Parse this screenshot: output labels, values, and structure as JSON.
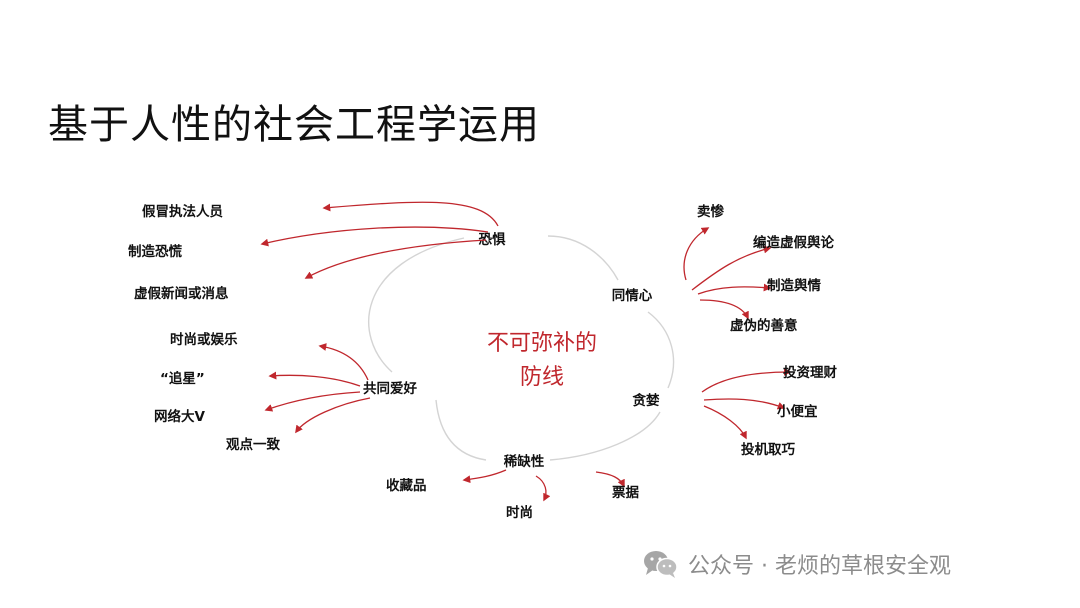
{
  "title": "基于人性的社会工程学运用",
  "center": {
    "line1": "不可弥补的",
    "line2": "防线"
  },
  "nodes": {
    "fear": "恐惧",
    "sympathy": "同情心",
    "greed": "贪婪",
    "scarcity": "稀缺性",
    "hobby": "共同爱好"
  },
  "leaves": {
    "fear": [
      "假冒执法人员",
      "制造恐慌",
      "虚假新闻或消息"
    ],
    "sympathy": [
      "卖惨",
      "编造虚假舆论",
      "制造舆情",
      "虚伪的善意"
    ],
    "greed": [
      "投资理财",
      "小便宜",
      "投机取巧"
    ],
    "scarcity": [
      "收藏品",
      "时尚",
      "票据"
    ],
    "hobby": [
      "时尚或娱乐",
      "“追星”",
      "网络大V",
      "观点一致"
    ]
  },
  "colors": {
    "accent": "#c0272d",
    "arc": "#d4d4d4",
    "text": "#111111",
    "watermark": "#8c8c8c"
  },
  "watermark": {
    "icon": "wechat-icon",
    "text": "公众号 · 老烦的草根安全观"
  }
}
